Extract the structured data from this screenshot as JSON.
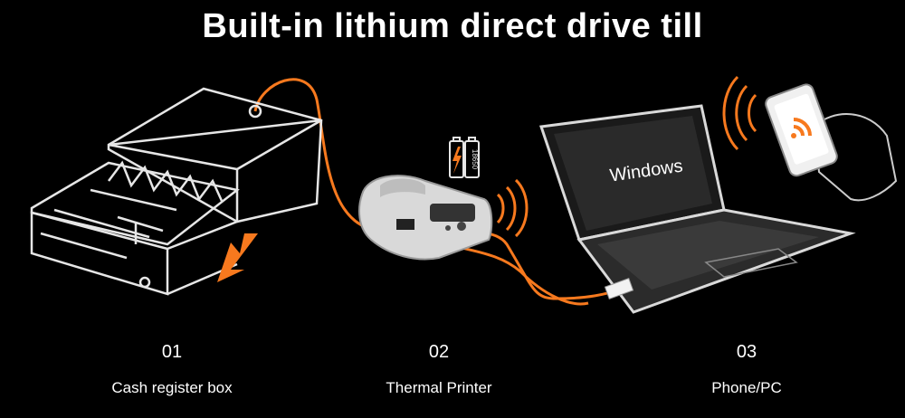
{
  "title": "Built-in lithium direct drive till",
  "laptop_screen_text": "Windows",
  "battery_text": "18650",
  "steps": [
    {
      "number": "01",
      "label": "Cash register box"
    },
    {
      "number": "02",
      "label": "Thermal Printer"
    },
    {
      "number": "03",
      "label": "Phone/PC"
    }
  ],
  "colors": {
    "background": "#000000",
    "accent": "#f7791e",
    "outline": "#e6e6e6",
    "text": "#ffffff"
  },
  "icons": [
    "cash-drawer-illustration",
    "thermal-printer-illustration",
    "battery-icon",
    "lightning-icon",
    "laptop-illustration",
    "phone-illustration",
    "wifi-icon",
    "arrow-icon"
  ]
}
